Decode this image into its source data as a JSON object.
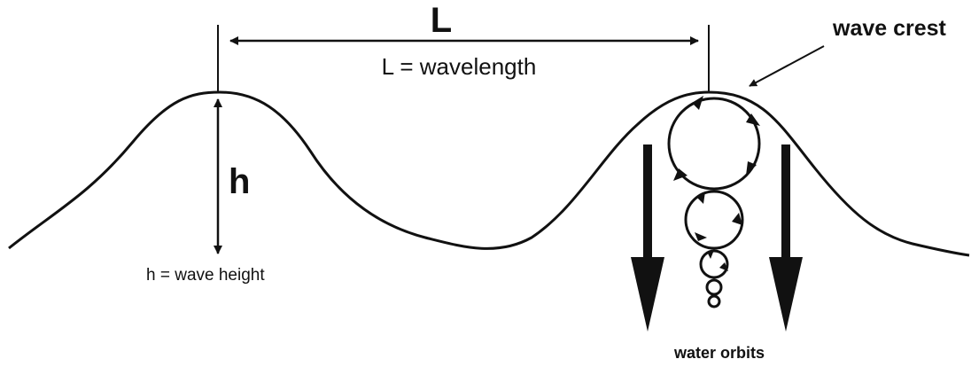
{
  "labels": {
    "wavelength_symbol": "L",
    "wavelength_def": "L = wavelength",
    "height_symbol": "h",
    "height_def": "h = wave height",
    "crest": "wave crest",
    "orbits": "water orbits"
  },
  "colors": {
    "ink": "#111111",
    "background": "#ffffff"
  }
}
